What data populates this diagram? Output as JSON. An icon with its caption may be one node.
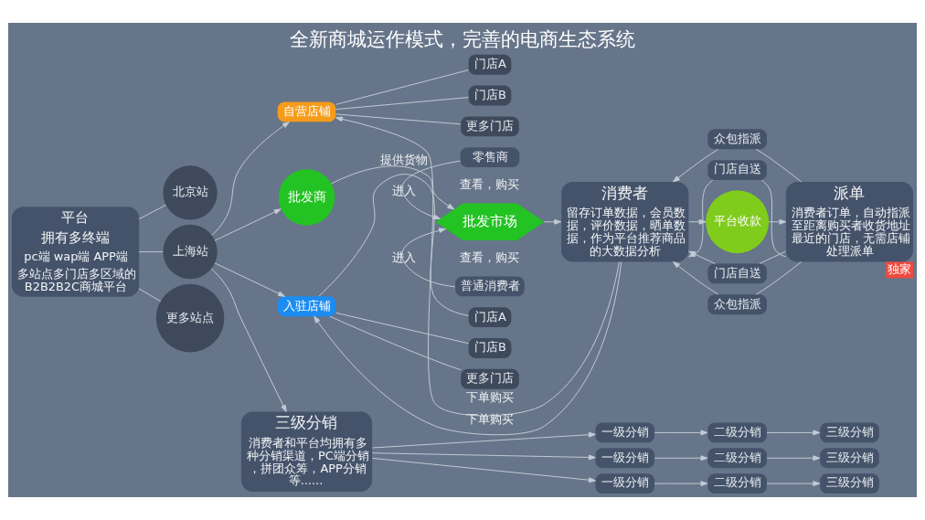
{
  "diagram": {
    "title": "全新商城运作模式，完善的电商生态系统",
    "nodes": [
      {
        "text": [
          "平台",
          "拥有多终端",
          "pc端 wap端 APP端",
          "多站点多门店多区域的B2B2B2C商城平台"
        ]
      },
      {
        "text": [
          "北京站"
        ]
      },
      {
        "text": [
          "上海站"
        ]
      },
      {
        "text": [
          "更多站点"
        ]
      },
      {
        "text": [
          "自营店铺"
        ]
      },
      {
        "text": [
          "门店A"
        ]
      },
      {
        "text": [
          "门店B"
        ]
      },
      {
        "text": [
          "更多门店"
        ]
      },
      {
        "text": [
          "零售商"
        ]
      },
      {
        "text": [
          "批发商"
        ]
      },
      {
        "text": [
          "批发市场"
        ]
      },
      {
        "text": [
          "入驻店铺"
        ]
      },
      {
        "text": [
          "门店A"
        ]
      },
      {
        "text": [
          "门店B"
        ]
      },
      {
        "text": [
          "更多门店"
        ]
      },
      {
        "text": [
          "普通消费者"
        ]
      },
      {
        "text": [
          "三级分销",
          "消费者和平台均拥有多种分销渠道，PC端分销，拼团众筹，APP分销等......"
        ]
      },
      {
        "text": [
          "消费者",
          "留存订单数据，会员数据，评价数据，晒单数据，作为平台推荐商品的大数据分析"
        ]
      },
      {
        "text": [
          "众包指派"
        ]
      },
      {
        "text": [
          "门店自送"
        ]
      },
      {
        "text": [
          "平台收款"
        ]
      },
      {
        "text": [
          "派单",
          "消费者订单，自动指派至距离购买者收货地址最近的门店，无需店铺处理派单"
        ],
        "beside": [
          "独家"
        ]
      },
      {
        "text": [
          "门店自送"
        ]
      },
      {
        "text": [
          "众包指派"
        ]
      },
      {
        "text": [
          "一级分销"
        ]
      },
      {
        "text": [
          "二级分销"
        ]
      },
      {
        "text": [
          "三级分销"
        ]
      },
      {
        "text": [
          "一级分销"
        ]
      },
      {
        "text": [
          "二级分销"
        ]
      },
      {
        "text": [
          "三级分销"
        ]
      },
      {
        "text": [
          "一级分销"
        ]
      },
      {
        "text": [
          "二级分销"
        ]
      },
      {
        "text": [
          "三级分销"
        ]
      }
    ],
    "edges": [
      {
        "from": 0,
        "to": 1,
        "arrow": "none"
      },
      {
        "from": 0,
        "to": 2,
        "arrow": "none"
      },
      {
        "from": 0,
        "to": 3,
        "arrow": "none"
      },
      {
        "from": 2,
        "to": 4,
        "arrow": "to"
      },
      {
        "from": 2,
        "to": 9,
        "arrow": "to"
      },
      {
        "from": 2,
        "to": 11,
        "arrow": "to"
      },
      {
        "from": 2,
        "to": 16,
        "arrow": "to"
      },
      {
        "from": 4,
        "to": 5,
        "arrow": "none"
      },
      {
        "from": 4,
        "to": 6,
        "arrow": "none"
      },
      {
        "from": 4,
        "to": 7,
        "arrow": "none"
      },
      {
        "from": 8,
        "to": 10,
        "arrow": "to",
        "label": "进入"
      },
      {
        "from": 9,
        "to": 10,
        "arrow": "to",
        "label": "提供货物"
      },
      {
        "from": 11,
        "to": 12,
        "arrow": "none"
      },
      {
        "from": 11,
        "to": 13,
        "arrow": "none"
      },
      {
        "from": 11,
        "to": 14,
        "arrow": "none"
      },
      {
        "from": 15,
        "to": 10,
        "arrow": "to",
        "label": "进入"
      },
      {
        "from": 10,
        "to": 17,
        "arrow": "to"
      },
      {
        "from": 17,
        "to": 4,
        "arrow": "to",
        "label": "下单购买"
      },
      {
        "from": 17,
        "to": 11,
        "arrow": "to",
        "label": "下单购买"
      },
      {
        "from": 17,
        "to": 20,
        "arrow": "to"
      },
      {
        "from": 20,
        "to": 21,
        "arrow": "to"
      },
      {
        "from": 21,
        "to": 18,
        "arrow": "none"
      },
      {
        "from": 21,
        "to": 19,
        "arrow": "none"
      },
      {
        "from": 18,
        "to": 17,
        "arrow": "to"
      },
      {
        "from": 19,
        "to": 17,
        "arrow": "to"
      },
      {
        "from": 21,
        "to": 22,
        "arrow": "none"
      },
      {
        "from": 21,
        "to": 23,
        "arrow": "none"
      },
      {
        "from": 22,
        "to": 17,
        "arrow": "to"
      },
      {
        "from": 23,
        "to": 17,
        "arrow": "to"
      },
      {
        "from": 16,
        "to": 24,
        "arrow": "to"
      },
      {
        "from": 24,
        "to": 25,
        "arrow": "to"
      },
      {
        "from": 25,
        "to": 26,
        "arrow": "to"
      },
      {
        "from": 16,
        "to": 27,
        "arrow": "to"
      },
      {
        "from": 27,
        "to": 28,
        "arrow": "to"
      },
      {
        "from": 28,
        "to": 29,
        "arrow": "to"
      },
      {
        "from": 16,
        "to": 30,
        "arrow": "to"
      },
      {
        "from": 30,
        "to": 31,
        "arrow": "to"
      },
      {
        "from": 31,
        "to": 32,
        "arrow": "to"
      }
    ],
    "labels": [
      "查看，购买",
      "查看，购买"
    ]
  }
}
